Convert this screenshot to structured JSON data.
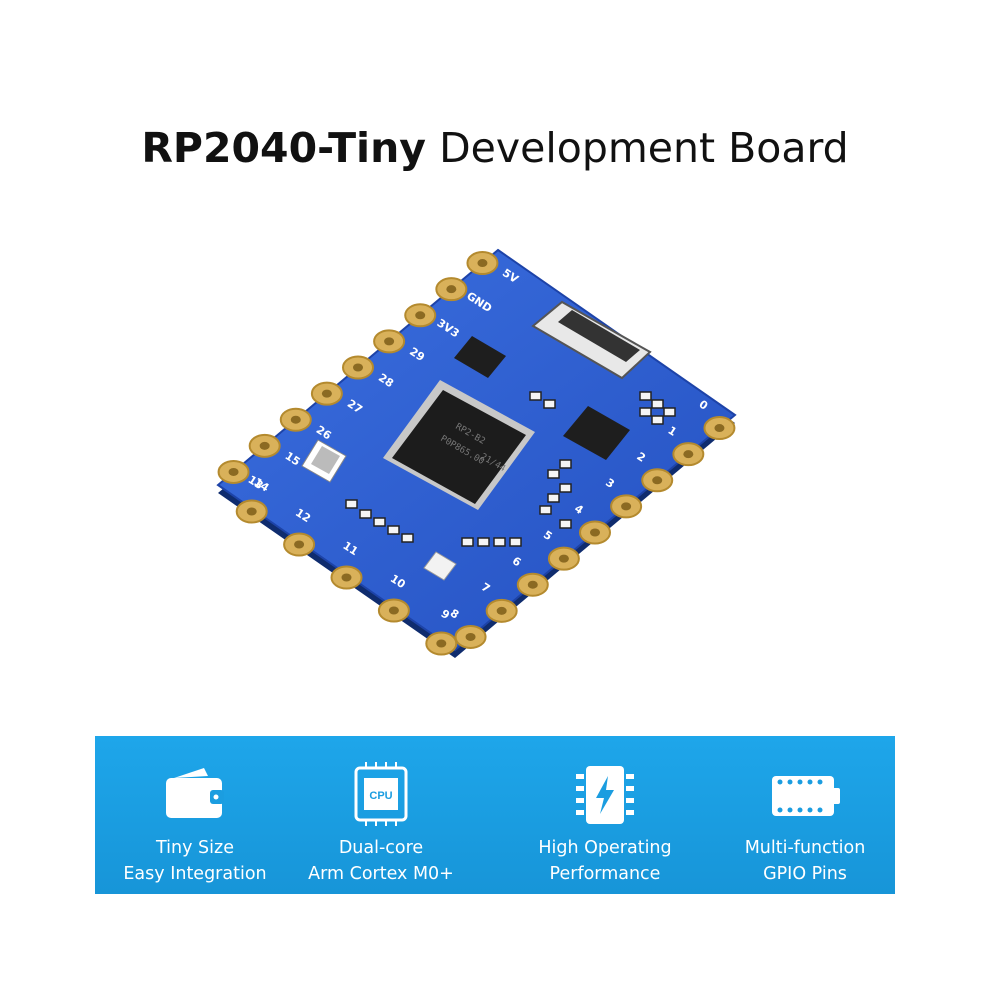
{
  "title": {
    "bold": "RP2040-Tiny",
    "regular": "Development Board"
  },
  "board": {
    "pin_labels_left": [
      "5V",
      "GND",
      "3V3",
      "29",
      "28",
      "27",
      "26",
      "15",
      "14"
    ],
    "pin_labels_bottom": [
      "13",
      "12",
      "11",
      "10",
      "9"
    ],
    "pin_labels_right": [
      "8",
      "7",
      "6",
      "5",
      "4",
      "3",
      "2",
      "1",
      "0"
    ],
    "chip_text": [
      "RP2-B2",
      "P0P865.00",
      "21/44"
    ],
    "colors": {
      "pcb": "#2f5fd0",
      "pad": "#d9b15a",
      "chip": "#1c1c1c"
    }
  },
  "features": [
    {
      "icon": "wallet-icon",
      "line1": "Tiny Size",
      "line2": "Easy Integration"
    },
    {
      "icon": "cpu-icon",
      "line1": "Dual-core",
      "line2": "Arm Cortex M0+",
      "icon_text": "CPU"
    },
    {
      "icon": "lightning-chip-icon",
      "line1": "High Operating",
      "line2": "Performance"
    },
    {
      "icon": "gpio-board-icon",
      "line1": "Multi-function",
      "line2": "GPIO Pins"
    }
  ],
  "banner_color": "#1b9de0"
}
